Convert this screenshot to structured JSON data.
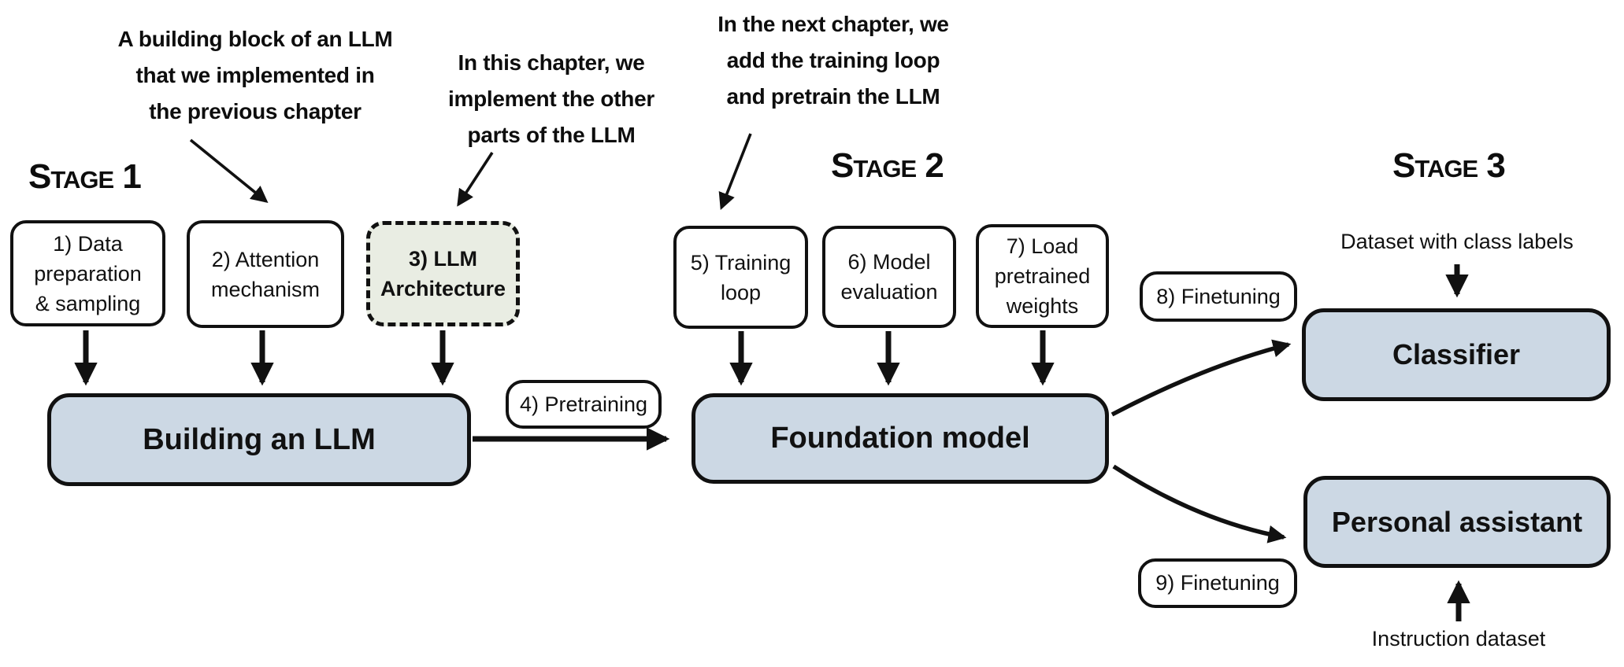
{
  "title": "LLM development stages diagram",
  "colors": {
    "result_box_fill": "#ccd8e4",
    "highlight_box_fill": "#e9ede3",
    "border": "#111111",
    "background": "#ffffff"
  },
  "annotations": [
    {
      "text": "A building block of an LLM\nthat we implemented in\nthe previous chapter"
    },
    {
      "text": "In this chapter, we\nimplement the other\nparts of the LLM"
    },
    {
      "text": "In the next chapter, we\nadd the training loop\nand pretrain the LLM"
    }
  ],
  "stage1": {
    "label": "Stage 1",
    "steps": [
      {
        "label": "1) Data\npreparation\n& sampling"
      },
      {
        "label": "2) Attention\nmechanism"
      },
      {
        "label": "3) LLM\nArchitecture",
        "highlighted": true
      }
    ],
    "result": {
      "label": "Building an LLM"
    }
  },
  "pretraining": {
    "label": "4) Pretraining"
  },
  "stage2": {
    "label": "Stage 2",
    "steps": [
      {
        "label": "5) Training\nloop"
      },
      {
        "label": "6) Model\nevaluation"
      },
      {
        "label": "7) Load\npretrained\nweights"
      }
    ],
    "result": {
      "label": "Foundation model"
    }
  },
  "stage3": {
    "label": "Stage 3",
    "classifier_finetuning": {
      "label": "8) Finetuning"
    },
    "classifier": {
      "label": "Classifier"
    },
    "classifier_input": {
      "label": "Dataset with class labels"
    },
    "assistant_finetuning": {
      "label": "9) Finetuning"
    },
    "assistant": {
      "label": "Personal assistant"
    },
    "assistant_input": {
      "label": "Instruction dataset"
    }
  }
}
